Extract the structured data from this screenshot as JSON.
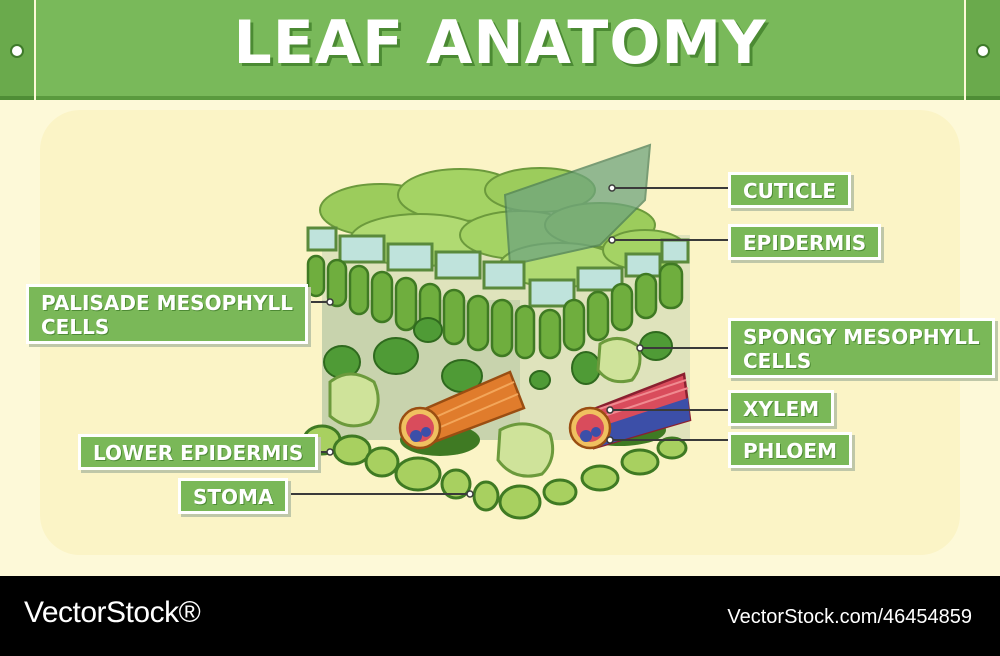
{
  "title": "LEAF ANATOMY",
  "labels": {
    "cuticle": "CUTICLE",
    "epidermis": "EPIDERMIS",
    "palisade": "PALISADE MESOPHYLL\nCELLS",
    "spongy": "SPONGY MESOPHYLL\nCELLS",
    "xylem": "XYLEM",
    "phloem": "PHLOEM",
    "lower_epidermis": "LOWER EPIDERMIS",
    "stoma": "STOMA"
  },
  "footer": {
    "brand": "VectorStock®",
    "image_id": "VectorStock.com/46454859"
  },
  "colors": {
    "banner": "#79b95a",
    "label_bg": "#7ab858",
    "panel_bg": "#fbf4c6",
    "xylem": "#e07c2c",
    "phloem": "#d94c5c"
  }
}
